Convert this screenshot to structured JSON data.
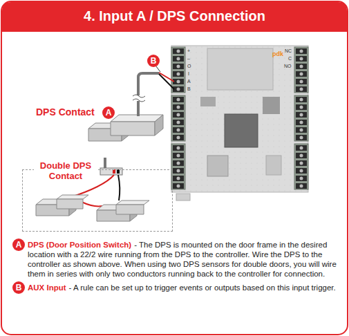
{
  "diagram": {
    "title": "4. Input A / DPS Connection",
    "nodes": [
      {
        "text": [
          "B"
        ]
      },
      {
        "text": [
          "A"
        ]
      },
      {
        "text": [
          "Double DPS Contact"
        ]
      },
      {
        "text": [
          "A"
        ]
      },
      {
        "text": [
          "B"
        ]
      }
    ],
    "labels": [
      "DPS Contact",
      "DPS (Door Position Switch)",
      "- The DPS is mounted on the door frame in the desired location with a 22/2 wire running from the DPS to the controller. Wire the DPS to the controller as shown above. When using two DPS sensors for double doors, you will wire them in series with only two conductors running back to the controller for connection.",
      "AUX Input",
      "- A rule can be set up to trigger events or outputs based on this input trigger.",
      "pdk",
      "+",
      "–",
      "O",
      "I",
      "A",
      "B",
      "NC",
      "C",
      "NO"
    ]
  }
}
